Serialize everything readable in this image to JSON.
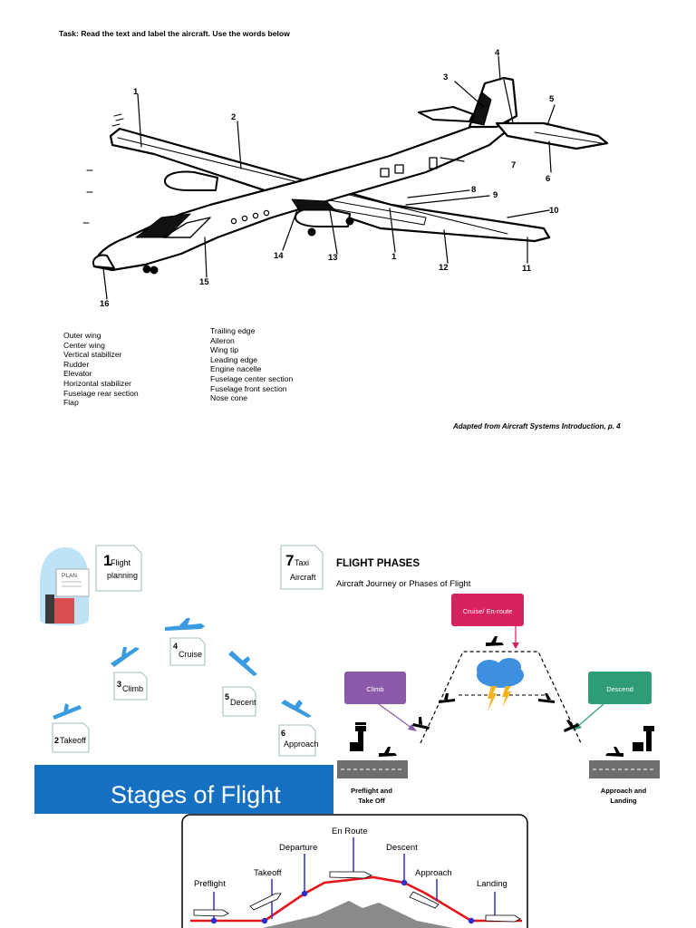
{
  "task": {
    "instruction": "Task: Read the text and label the aircraft. Use the words below",
    "credit": "Adapted from Aircraft Systems Introduction, p. 4"
  },
  "aircraft": {
    "numbers": [
      "1",
      "2",
      "3",
      "4",
      "5",
      "6",
      "7",
      "8",
      "9",
      "10",
      "14",
      "13",
      "1",
      "12",
      "11",
      "15",
      "16"
    ]
  },
  "word_bank": {
    "column1": [
      "Outer wing",
      "Center wing",
      "Vertical stabilizer",
      "Rudder",
      "Elevator",
      "Horizontal stabilizer",
      "Fuselage rear section",
      "Flap"
    ],
    "column2": [
      "Trailing edge",
      "Aileron",
      "Wing tip",
      "Leading edge",
      "Engine nacelle",
      "Fuselage center section",
      "Fuselage front section",
      "Nose cone"
    ]
  },
  "stages": {
    "banner": "Stages of Flight",
    "plan_label": "PLAN",
    "steps": [
      {
        "num": "1",
        "label_line1": "Flight",
        "label_line2": "planning"
      },
      {
        "num": "2",
        "label_line1": "Takeoff",
        "label_line2": ""
      },
      {
        "num": "3",
        "label_line1": "Climb",
        "label_line2": ""
      },
      {
        "num": "4",
        "label_line1": "Cruise",
        "label_line2": ""
      },
      {
        "num": "5",
        "label_line1": "Decent",
        "label_line2": ""
      },
      {
        "num": "6",
        "label_line1": "Approach",
        "label_line2": ""
      },
      {
        "num": "7",
        "label_line1": "Taxi",
        "label_line2": "Aircraft"
      }
    ]
  },
  "phases": {
    "title": "FLIGHT PHASES",
    "subtitle": "Aircraft Journey or Phases of Flight",
    "cruise_label": "Cruise/ En-route",
    "climb_label": "Climb",
    "descend_label": "Descend",
    "preflight_line1": "Preflight and",
    "preflight_line2": "Take Off",
    "approach_line1": "Approach and",
    "approach_line2": "Landing",
    "colors": {
      "cruise": "#d6225e",
      "climb": "#8a5aa8",
      "descend": "#2e9c76",
      "storm": "#3d8fe0",
      "bolt": "#f2b418"
    }
  },
  "profile": {
    "labels": [
      "Preflight",
      "Takeoff",
      "Departure",
      "En Route",
      "Descent",
      "Approach",
      "Landing"
    ],
    "colors": {
      "path": "#e8141b",
      "marker": "#2a2fd0",
      "terrain": "#8a8a8a"
    }
  }
}
